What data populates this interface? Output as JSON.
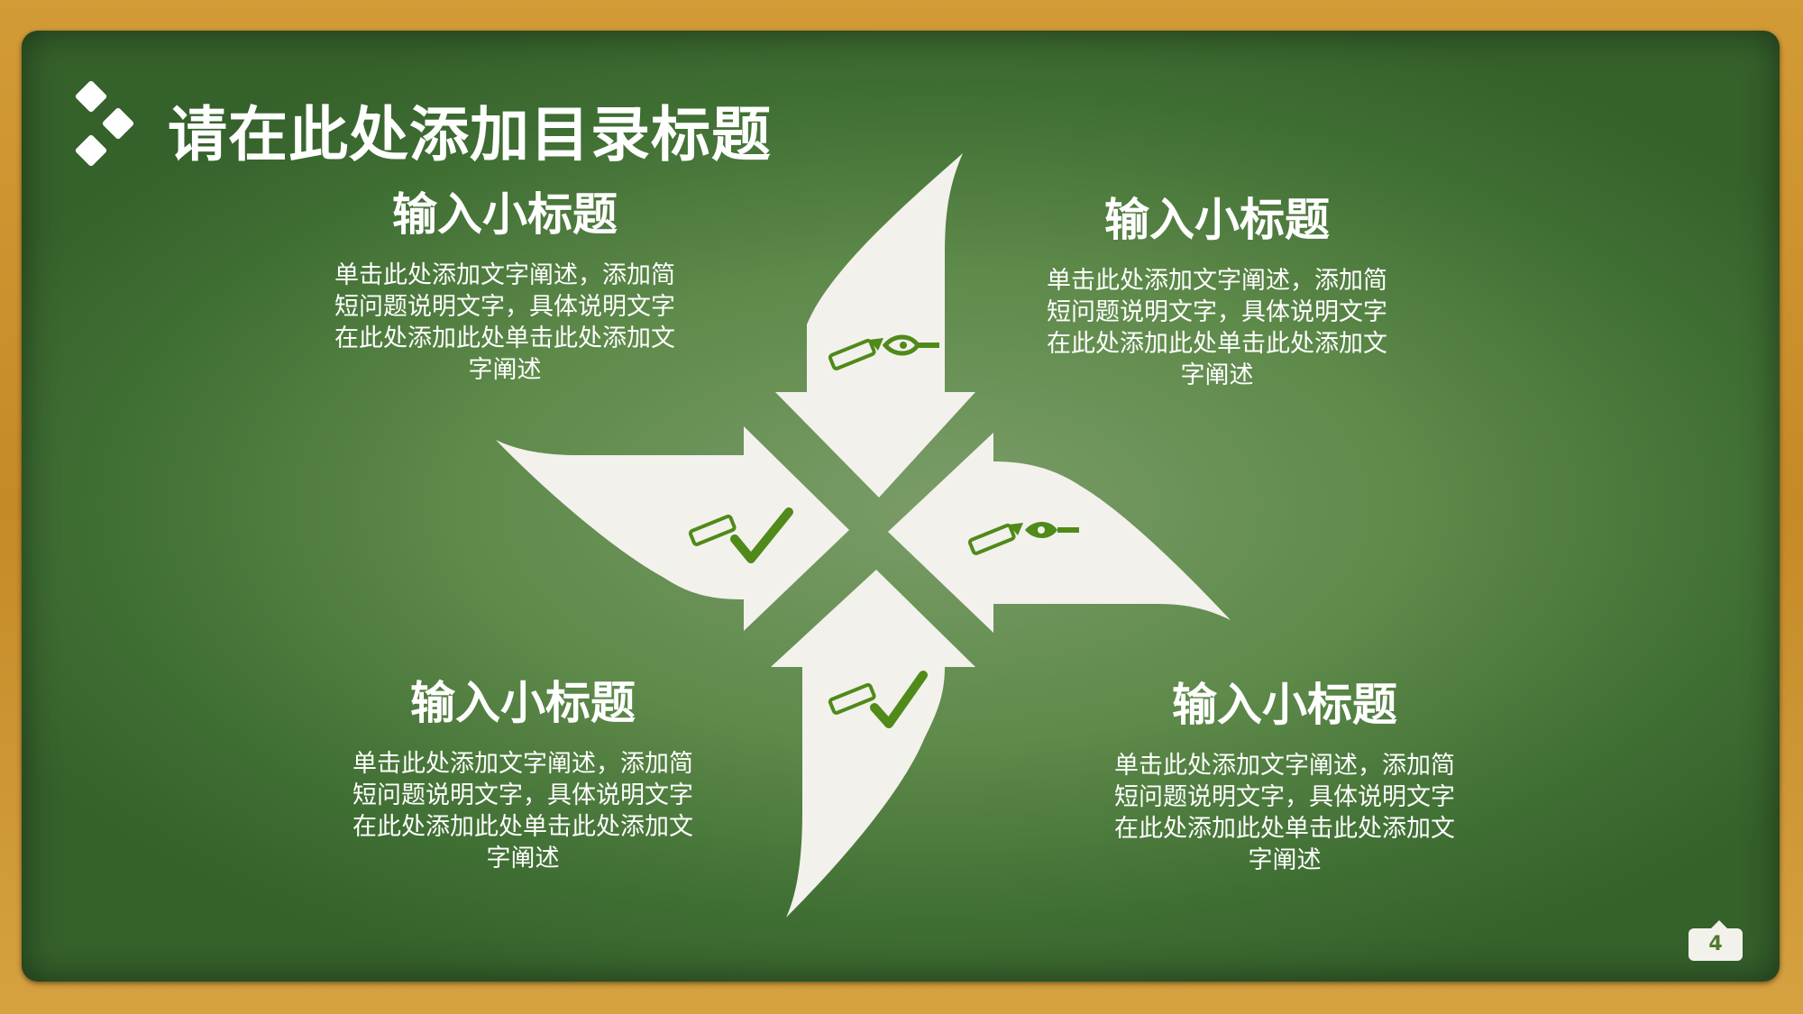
{
  "header": {
    "title": "请在此处添加目录标题",
    "logo_icon": "diamond-grid-icon"
  },
  "items": [
    {
      "heading": "输入小标题",
      "body": "单击此处添加文字阐述，添加简短问题说明文字，具体说明文字在此处添加此处单击此处添加文字阐述",
      "icon": "pencil-check-icon"
    },
    {
      "heading": "输入小标题",
      "body": "单击此处添加文字阐述，添加简短问题说明文字，具体说明文字在此处添加此处单击此处添加文字阐述",
      "icon": "pencil-pen-icon"
    },
    {
      "heading": "输入小标题",
      "body": "单击此处添加文字阐述，添加简短问题说明文字，具体说明文字在此处添加此处单击此处添加文字阐述",
      "icon": "pencil-check-icon"
    },
    {
      "heading": "输入小标题",
      "body": "单击此处添加文字阐述，添加简短问题说明文字，具体说明文字在此处添加此处单击此处添加文字阐述",
      "icon": "pencil-pen-icon"
    }
  ],
  "footer": {
    "page_number": "4"
  },
  "colors": {
    "board_green": "#5e8a4a",
    "frame_wood": "#c98f2e",
    "shape_fill": "#f3f1ec",
    "icon_green": "#4f8a1a"
  }
}
